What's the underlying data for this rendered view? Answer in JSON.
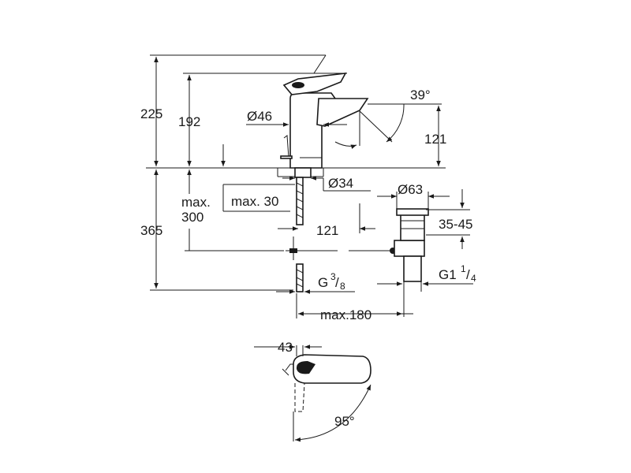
{
  "dimensions": {
    "total_height": "225",
    "spout_height": "192",
    "spout_diameter": "Ø46",
    "lever_angle": "39°",
    "spout_reach_vertical": "121",
    "base_diameter": "Ø34",
    "max_label": "max.",
    "max_300_value": "300",
    "max_30": "max. 30",
    "below_counter": "365",
    "spout_reach_horizontal": "121",
    "waste_diameter": "Ø63",
    "waste_range": "35-45",
    "waste_thread_main": "G1",
    "waste_thread_num": "1",
    "waste_thread_den": "4",
    "hose_thread_main": "G",
    "hose_thread_num": "3",
    "hose_thread_den": "8",
    "max_180": "max.180",
    "top_width": "43",
    "rotation_angle": "95°"
  },
  "colors": {
    "line": "#1a1a1a",
    "background": "#ffffff"
  }
}
